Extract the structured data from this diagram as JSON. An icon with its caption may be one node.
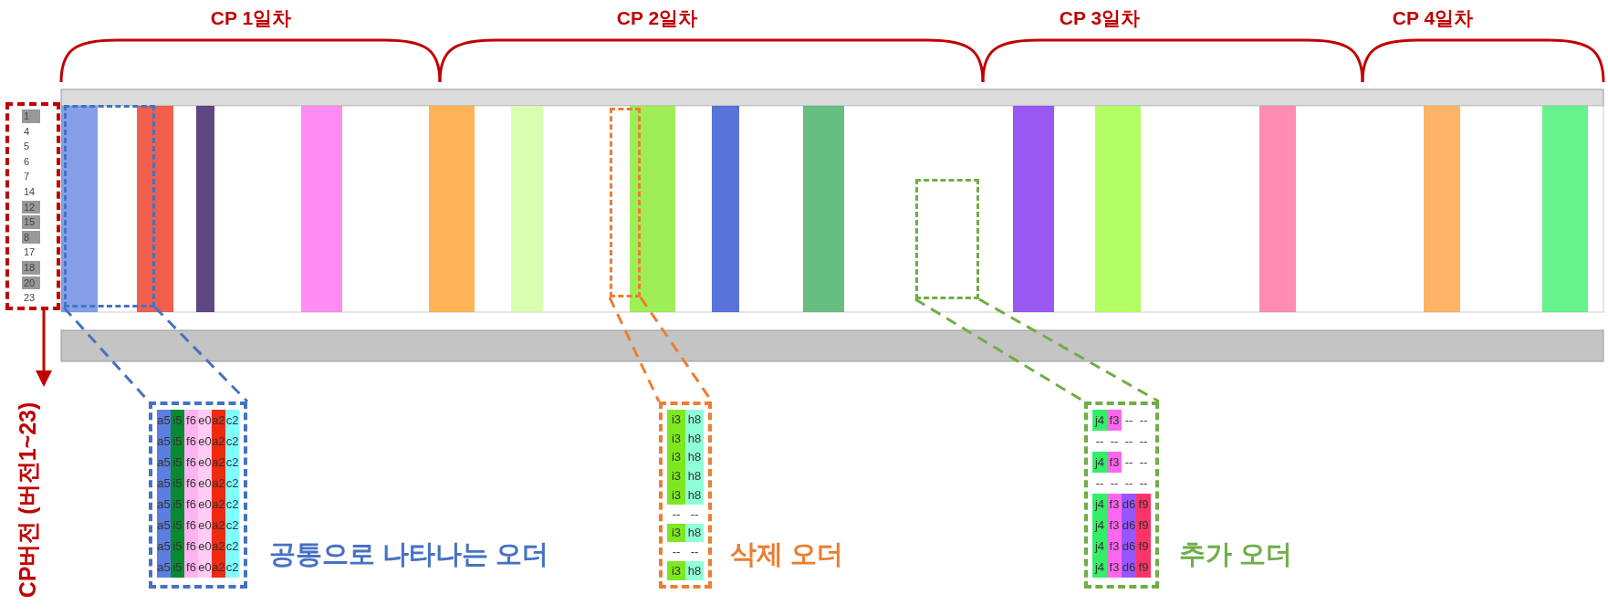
{
  "diagram": {
    "nodes": [
      {
        "text": [
          "1",
          "4",
          "5",
          "6",
          "7",
          "14",
          "12",
          "15",
          "8",
          "17",
          "18",
          "20",
          "23"
        ]
      },
      {
        "text": [
          "CP버전 (버전1~23)"
        ]
      },
      {
        "text": [],
        "shape": "box"
      },
      {
        "text": [
          "a5",
          "i5",
          "f6",
          "e0",
          "a2",
          "c2",
          "a5",
          "i5",
          "f6",
          "e0",
          "a2",
          "c2",
          "a5",
          "i5",
          "f6",
          "e0",
          "a2",
          "c2",
          "a5",
          "i5",
          "f6",
          "e0",
          "a2",
          "c2",
          "a5",
          "i5",
          "f6",
          "e0",
          "a2",
          "c2",
          "a5",
          "i5",
          "f6",
          "e0",
          "a2",
          "c2",
          "a5",
          "i5",
          "f6",
          "e0",
          "a2",
          "c2",
          "a5",
          "i5",
          "f6",
          "e0",
          "a2",
          "c2"
        ],
        "beside": [
          "공통으로 나타나는 오더"
        ]
      },
      {
        "text": [],
        "shape": "box"
      },
      {
        "text": [
          "i3",
          "h8",
          "i3",
          "h8",
          "i3",
          "h8",
          "i3",
          "h8",
          "i3",
          "h8",
          "--",
          "--",
          "i3",
          "h8",
          "--",
          "--",
          "i3",
          "h8"
        ],
        "beside": [
          "삭제 오더"
        ]
      },
      {
        "text": [],
        "shape": "box"
      },
      {
        "text": [
          "j4",
          "f3",
          "--",
          "--",
          "--",
          "--",
          "--",
          "--",
          "j4",
          "f3",
          "--",
          "--",
          "--",
          "--",
          "--",
          "--",
          "j4",
          "f3",
          "d6",
          "f9",
          "j4",
          "f3",
          "d6",
          "f9",
          "j4",
          "f3",
          "d6",
          "f9",
          "j4",
          "f3",
          "d6",
          "f9"
        ],
        "beside": [
          "추가 오더"
        ]
      }
    ],
    "edges": [
      {
        "from": 0,
        "to": 1,
        "arrow": "to",
        "color": "#c00000"
      },
      {
        "from": 2,
        "to": 3,
        "arrow": "none",
        "style": "dashed",
        "color": "#4472c4"
      },
      {
        "from": 4,
        "to": 5,
        "arrow": "none",
        "style": "dashed",
        "color": "#ed7d31"
      },
      {
        "from": 6,
        "to": 7,
        "arrow": "none",
        "style": "dashed",
        "color": "#70ad47"
      }
    ],
    "labels": [
      "CP 1일차",
      "CP 2일차",
      "CP 3일차",
      "CP 4일차"
    ]
  }
}
